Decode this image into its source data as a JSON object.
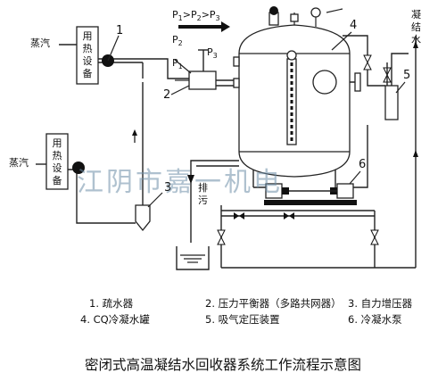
{
  "units": {
    "user_top": [
      "用",
      "热",
      "设",
      "备"
    ],
    "user_bottom": [
      "用",
      "热",
      "设",
      "备"
    ]
  },
  "labels": {
    "steam_top": "蒸汽",
    "steam_bottom": "蒸汽",
    "p1": "P1",
    "p2": "P2",
    "p3": "P3",
    "pressure_relation": "P1>P2>P3",
    "drain": [
      "排",
      "污"
    ],
    "condensate": [
      "凝",
      "结",
      "水"
    ]
  },
  "callouts": [
    "1",
    "2",
    "3",
    "4",
    "5",
    "6"
  ],
  "legend": [
    "1. 疏水器",
    "2. 压力平衡器（多路共网器）",
    "3. 自力增压器",
    "4. CQ冷凝水罐",
    "5. 吸气定压装置",
    "6. 冷凝水泵"
  ],
  "title": "密闭式高温凝结水回收器系统工作流程示意图",
  "watermark": "江阴市嘉一机电"
}
